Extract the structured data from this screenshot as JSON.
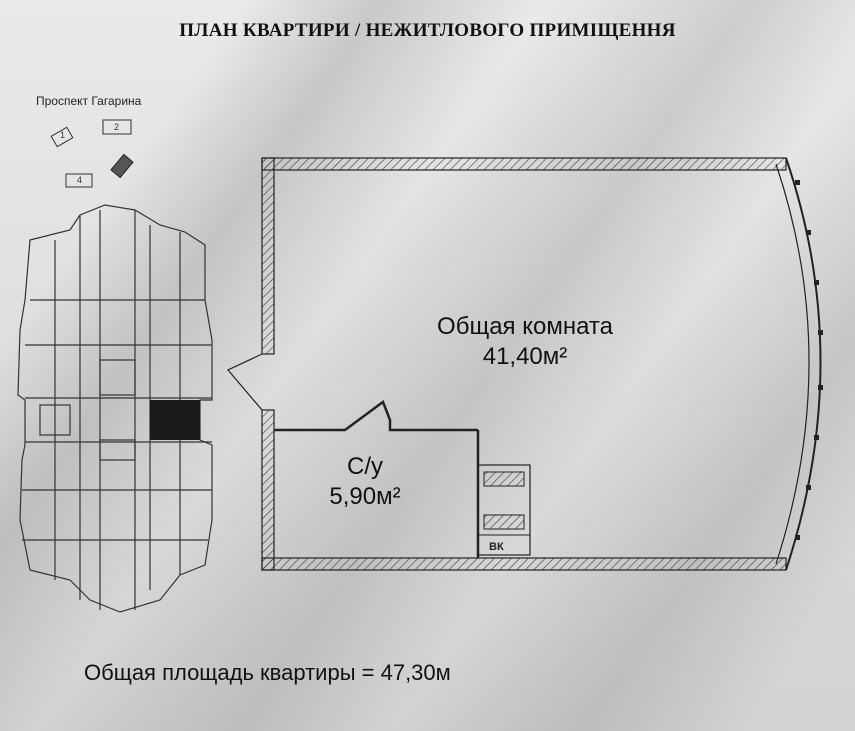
{
  "document": {
    "title": "ПЛАН КВАРТИРИ / НЕЖИТЛОВОГО ПРИМІЩЕННЯ",
    "street": "Проспект Гагарина",
    "parking_numbers": [
      "1",
      "2",
      "4"
    ],
    "rooms": [
      {
        "name": "Общая комната",
        "area": "41,40м²"
      },
      {
        "name": "С/у",
        "area": "5,90м²"
      }
    ],
    "vent_label": "ВК",
    "total_area": "Общая площадь квартиры = 47,30м"
  }
}
